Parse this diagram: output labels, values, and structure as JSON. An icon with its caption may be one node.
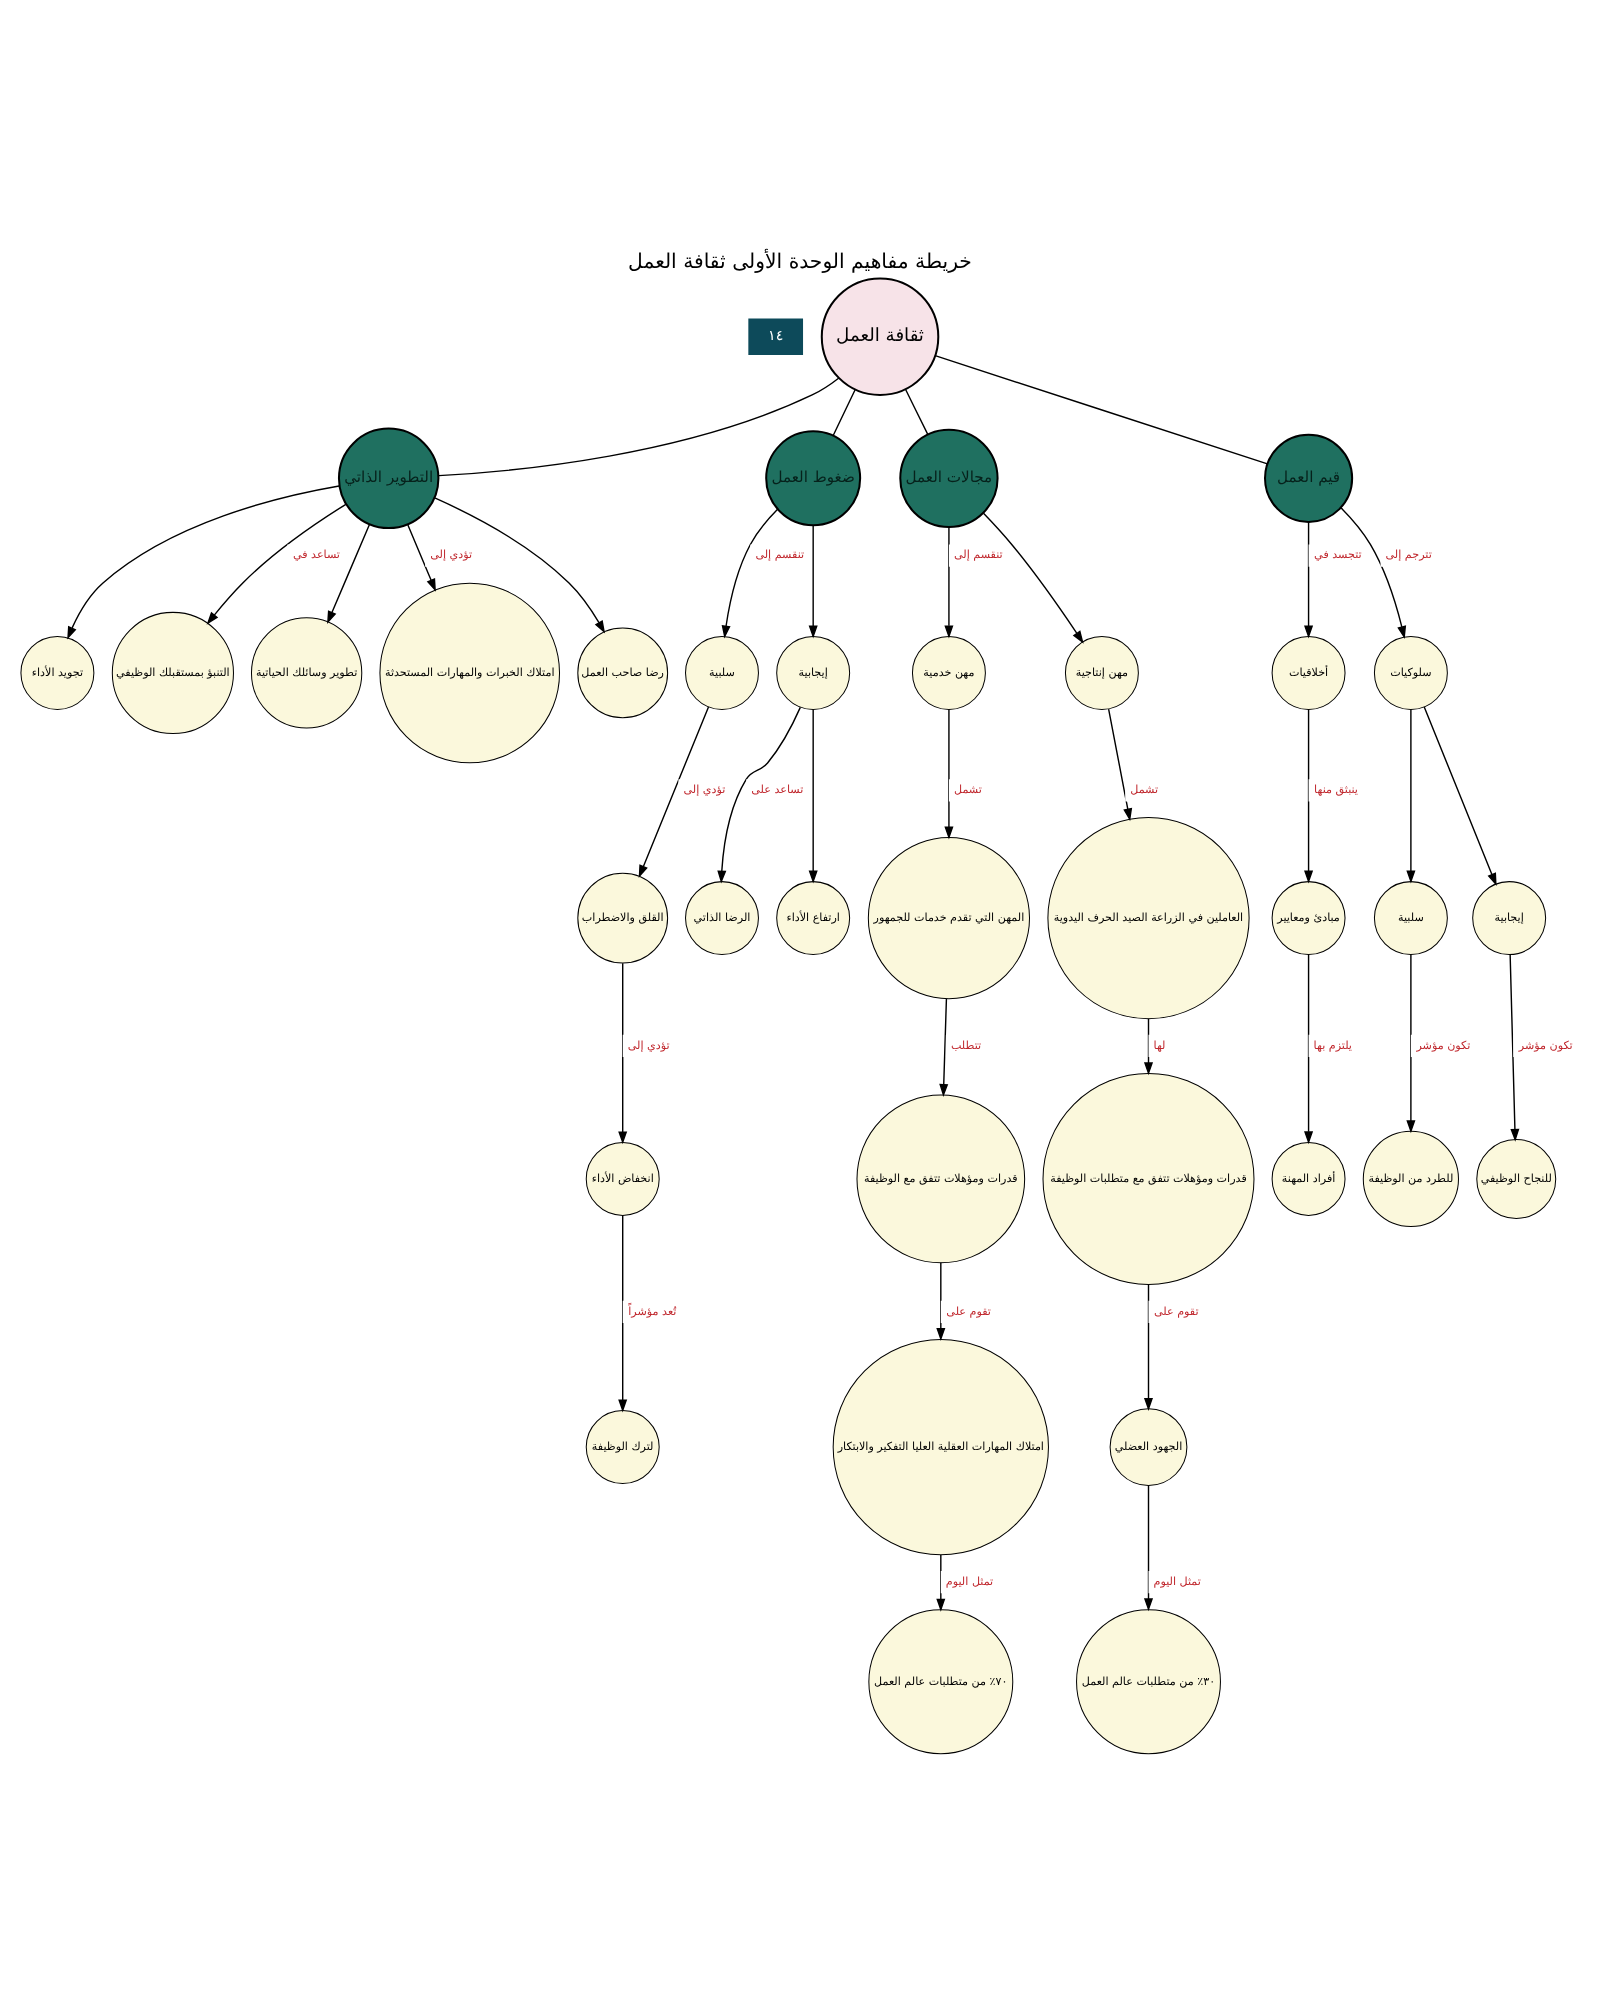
{
  "diagram": {
    "title": "خريطة مفاهيم الوحدة الأولى ثقافة العمل",
    "nodes": [
      {
        "text": [
          "ثقافة العمل"
        ]
      },
      {
        "text": [
          "التطوير الذاتي"
        ]
      },
      {
        "text": [
          "ضغوط العمل"
        ]
      },
      {
        "text": [
          "مجالات العمل"
        ]
      },
      {
        "text": [
          "قيم العمل"
        ]
      },
      {
        "text": [
          "تجويد الأداء"
        ]
      },
      {
        "text": [
          "التنبؤ بمستقبلك الوظيفي"
        ]
      },
      {
        "text": [
          "تطوير وسائلك الحياتية"
        ]
      },
      {
        "text": [
          "امتلاك الخبرات والمهارات المستحدثة"
        ]
      },
      {
        "text": [
          "رضا صاحب العمل"
        ]
      },
      {
        "text": [
          "سلبية"
        ]
      },
      {
        "text": [
          "القلق والاضطراب"
        ]
      },
      {
        "text": [
          "انخفاض الأداء"
        ]
      },
      {
        "text": [
          "لترك الوظيفة"
        ]
      },
      {
        "text": [
          "إيجابية"
        ]
      },
      {
        "text": [
          "الرضا الذاتي"
        ]
      },
      {
        "text": [
          "ارتفاع الأداء"
        ]
      },
      {
        "text": [
          "مهن خدمية"
        ]
      },
      {
        "text": [
          "المهن التي تقدم خدمات للجمهور"
        ]
      },
      {
        "text": [
          "قدرات ومؤهلات تتفق مع الوظيفة"
        ]
      },
      {
        "text": [
          "امتلاك المهارات العقلية العليا التفكير والابتكار"
        ]
      },
      {
        "text": [
          "٧٠٪ من متطلبات عالم العمل"
        ]
      },
      {
        "text": [
          "مهن إنتاجية"
        ]
      },
      {
        "text": [
          "العاملين في الزراعة الصيد الحرف اليدوية"
        ]
      },
      {
        "text": [
          "قدرات ومؤهلات تتفق مع متطلبات الوظيفة"
        ]
      },
      {
        "text": [
          "الجهود العضلي"
        ]
      },
      {
        "text": [
          "٣٠٪ من متطلبات عالم العمل"
        ]
      },
      {
        "text": [
          "أخلاقيات"
        ]
      },
      {
        "text": [
          "مبادئ ومعايير"
        ]
      },
      {
        "text": [
          "أفراد المهنة"
        ]
      },
      {
        "text": [
          "سلوكيات"
        ]
      },
      {
        "text": [
          "سلبية"
        ]
      },
      {
        "text": [
          "للطرد من الوظيفة"
        ]
      },
      {
        "text": [
          "إيجابية"
        ]
      },
      {
        "text": [
          "للنجاح الوظيفي"
        ]
      }
    ],
    "edges": [
      {
        "from": 0,
        "to": 1,
        "arrow": "none"
      },
      {
        "from": 0,
        "to": 2,
        "arrow": "none"
      },
      {
        "from": 0,
        "to": 3,
        "arrow": "none"
      },
      {
        "from": 0,
        "to": 4,
        "arrow": "none"
      },
      {
        "from": 1,
        "to": 5,
        "arrow": "to"
      },
      {
        "from": 1,
        "to": 6,
        "arrow": "to",
        "label": "تساعد في"
      },
      {
        "from": 1,
        "to": 7,
        "arrow": "to"
      },
      {
        "from": 1,
        "to": 8,
        "arrow": "to",
        "label": "تؤدي إلى"
      },
      {
        "from": 1,
        "to": 9,
        "arrow": "to"
      },
      {
        "from": 2,
        "to": 10,
        "arrow": "to",
        "label": "تنقسم إلى"
      },
      {
        "from": 2,
        "to": 14,
        "arrow": "to"
      },
      {
        "from": 10,
        "to": 11,
        "arrow": "to",
        "label": "تؤدي إلى"
      },
      {
        "from": 11,
        "to": 12,
        "arrow": "to",
        "label": "تؤدي إلى"
      },
      {
        "from": 12,
        "to": 13,
        "arrow": "to",
        "label": "تُعد مؤشراً"
      },
      {
        "from": 14,
        "to": 15,
        "arrow": "to",
        "label": "تساعد على"
      },
      {
        "from": 14,
        "to": 16,
        "arrow": "to"
      },
      {
        "from": 3,
        "to": 17,
        "arrow": "to",
        "label": "تنقسم إلى"
      },
      {
        "from": 3,
        "to": 22,
        "arrow": "to"
      },
      {
        "from": 17,
        "to": 18,
        "arrow": "to",
        "label": "تشمل"
      },
      {
        "from": 18,
        "to": 19,
        "arrow": "to",
        "label": "تتطلب"
      },
      {
        "from": 19,
        "to": 20,
        "arrow": "to",
        "label": "تقوم على"
      },
      {
        "from": 20,
        "to": 21,
        "arrow": "to",
        "label": "تمثل اليوم"
      },
      {
        "from": 22,
        "to": 23,
        "arrow": "to",
        "label": "تشمل"
      },
      {
        "from": 23,
        "to": 24,
        "arrow": "to",
        "label": "لها"
      },
      {
        "from": 24,
        "to": 25,
        "arrow": "to",
        "label": "تقوم على"
      },
      {
        "from": 25,
        "to": 26,
        "arrow": "to",
        "label": "تمثل اليوم"
      },
      {
        "from": 4,
        "to": 27,
        "arrow": "to",
        "label": "تتجسد في"
      },
      {
        "from": 27,
        "to": 28,
        "arrow": "to",
        "label": "ينبثق منها"
      },
      {
        "from": 28,
        "to": 29,
        "arrow": "to",
        "label": "يلتزم بها"
      },
      {
        "from": 4,
        "to": 30,
        "arrow": "to",
        "label": "تترجم إلى"
      },
      {
        "from": 30,
        "to": 31,
        "arrow": "to"
      },
      {
        "from": 30,
        "to": 33,
        "arrow": "to"
      },
      {
        "from": 31,
        "to": 32,
        "arrow": "to",
        "label": "تكون مؤشر"
      },
      {
        "from": 33,
        "to": 34,
        "arrow": "to",
        "label": "تكون مؤشر"
      }
    ],
    "labels": [
      "١٤"
    ]
  }
}
